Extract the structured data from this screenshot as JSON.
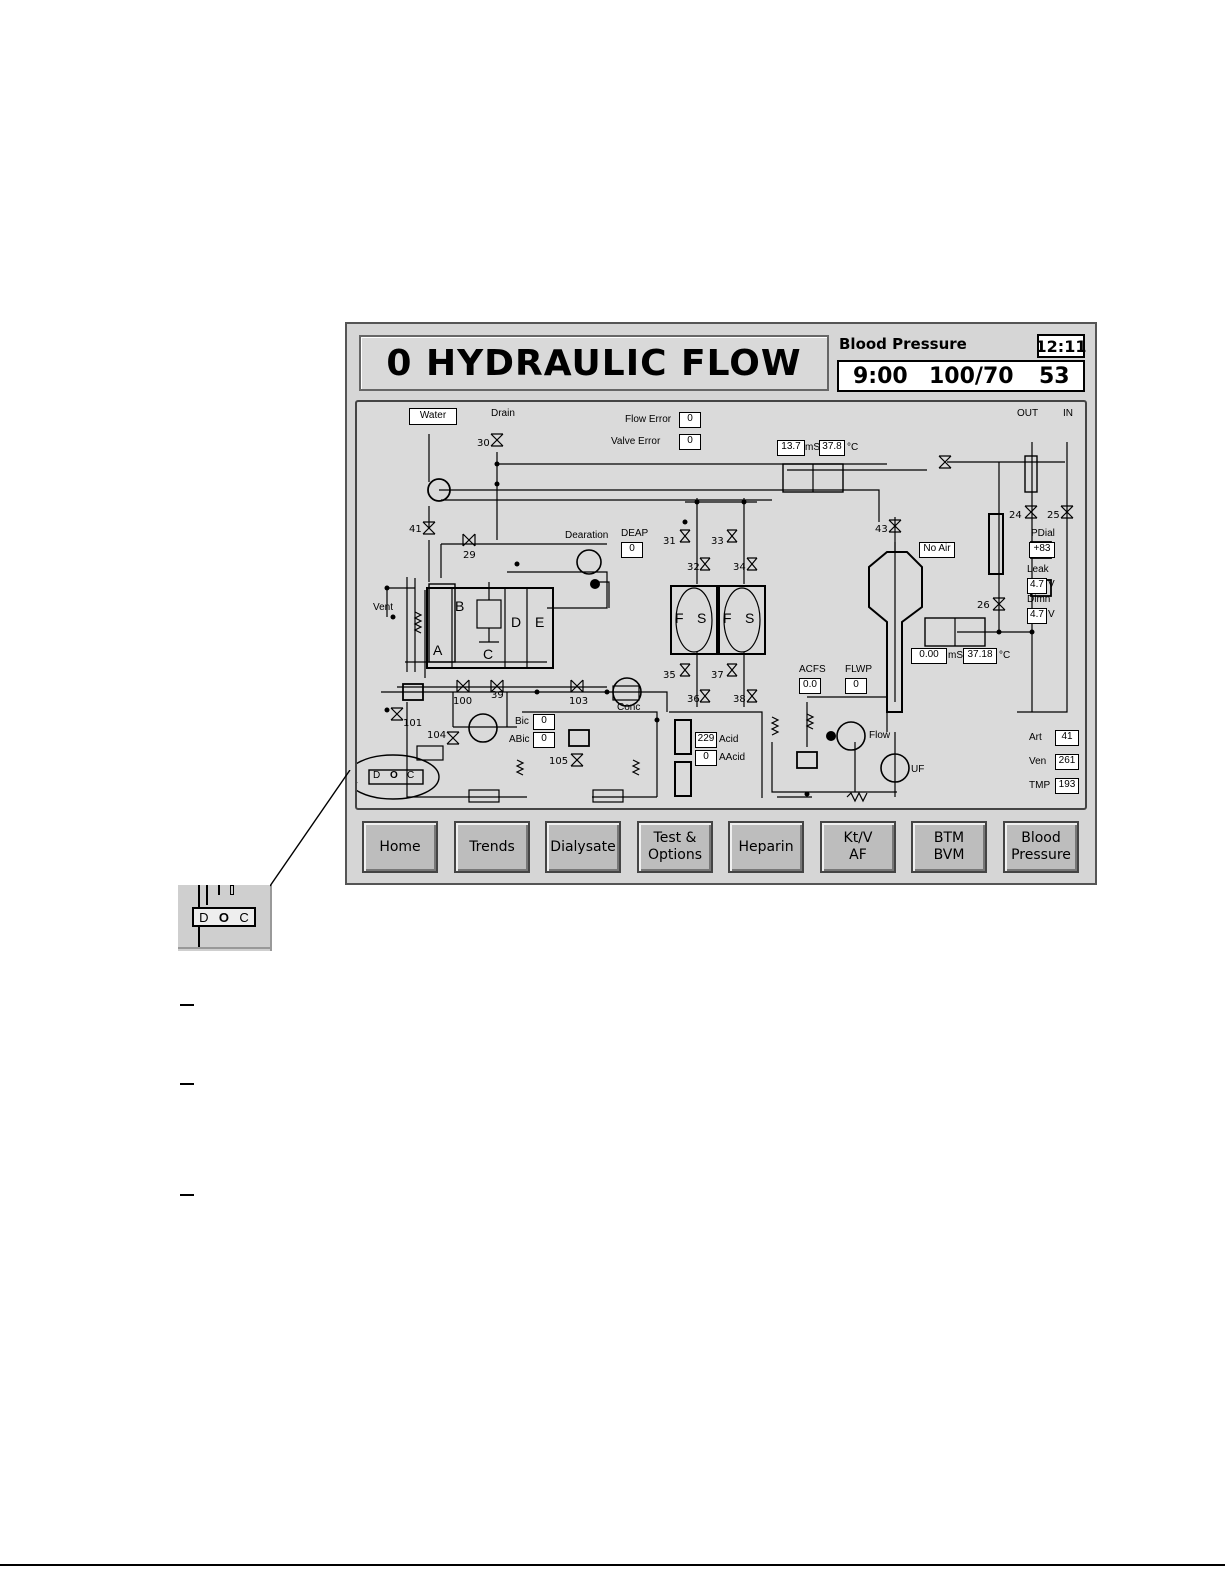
{
  "screen": {
    "title": "0  HYDRAULIC  FLOW",
    "bp_label": "Blood Pressure",
    "clock": "12:11",
    "bp_time": "9:00",
    "bp_value": "100/70",
    "bp_pulse": "53"
  },
  "diagram": {
    "labels": {
      "water": "Water",
      "drain": "Drain",
      "flow_error": "Flow Error",
      "valve_error": "Valve Error",
      "out": "OUT",
      "in": "IN",
      "dearation": "Dearation",
      "deap": "DEAP",
      "vent": "Vent",
      "no_air": "No Air",
      "pdial": "PDial",
      "leak": "Leak",
      "dimn": "Dimn",
      "acfs": "ACFS",
      "flwp": "FLWP",
      "flow": "Flow",
      "uf": "UF",
      "art": "Art",
      "ven": "Ven",
      "tmp": "TMP",
      "bic": "Bic",
      "abic": "ABic",
      "conc": "Conc",
      "acid": "Acid",
      "aacid": "AAcid",
      "ms1": "mS",
      "c1": "°C",
      "ms2": "mS",
      "c2": "°C",
      "tank_a": "A",
      "tank_b": "B",
      "tank_c": "C",
      "tank_d": "D",
      "tank_e": "E",
      "filter_f1": "F",
      "filter_s1": "S",
      "filter_f2": "F",
      "filter_s2": "S",
      "doc_d": "D",
      "doc_o": "O",
      "doc_c": "C"
    },
    "values": {
      "flow_error": "0",
      "valve_error": "0",
      "deap": "0",
      "cond1": "13.7",
      "temp1": "37.8",
      "cond2": "0.00",
      "temp2": "37.18",
      "pdial": "+83",
      "leak": "4.7",
      "leak_unit": "V",
      "dimn": "4.7",
      "dimn_unit": "V",
      "acfs": "0.0",
      "flwp": "0",
      "art": "41",
      "ven": "261",
      "tmp": "193",
      "bic": "0",
      "abic": "0",
      "acid": "229",
      "aacid": "0"
    },
    "valves": [
      "30",
      "41",
      "29",
      "31",
      "32",
      "33",
      "34",
      "35",
      "36",
      "37",
      "38",
      "43",
      "24",
      "25",
      "26",
      "100",
      "39",
      "103",
      "101",
      "104",
      "105"
    ]
  },
  "buttons": [
    {
      "label": "Home"
    },
    {
      "label": "Trends"
    },
    {
      "label": "Dialysate"
    },
    {
      "label": "Test &\nOptions"
    },
    {
      "label": "Heparin"
    },
    {
      "label": "Kt/V\nAF"
    },
    {
      "label": "BTM\nBVM"
    },
    {
      "label": "Blood\nPressure"
    }
  ],
  "zoom": {
    "d": "D",
    "o": "O",
    "c": "C"
  }
}
